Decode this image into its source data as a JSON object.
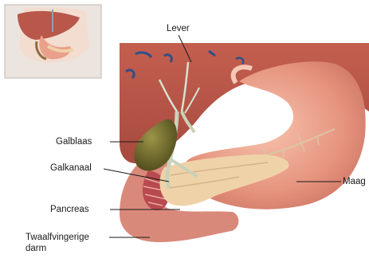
{
  "labels": {
    "lever": "Lever",
    "galblaas": "Galblaas",
    "galkanaal": "Galkanaal",
    "pancreas": "Pancreas",
    "twaalfvingerige_line1": "Twaalfvingerige",
    "twaalfvingerige_line2": "darm",
    "maag": "Maag"
  },
  "colors": {
    "liver": "#b8574a",
    "stomach": "#e9a08b",
    "gallbladder": "#6f6a2e",
    "pancreas": "#f0d2a8",
    "duodenum": "#d9897a",
    "ducts": "#c9d2b8"
  }
}
